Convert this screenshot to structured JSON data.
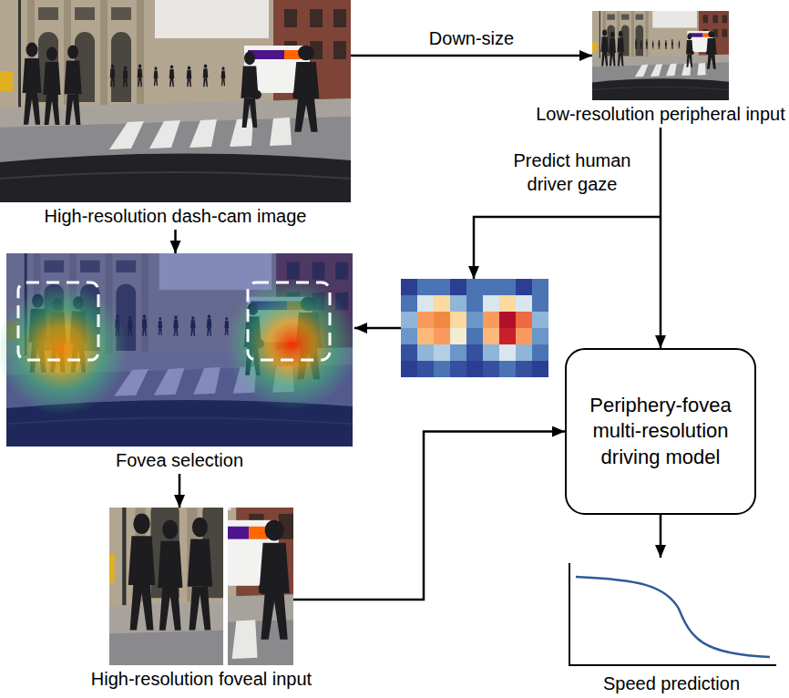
{
  "diagram": {
    "nodes": [
      {
        "text": [
          "High-resolution dash-cam image"
        ]
      },
      {
        "text": [
          "Low-resolution peripheral input"
        ]
      },
      {
        "text": [
          "Fovea selection"
        ]
      },
      {
        "text": [
          "Periphery-fovea multi-resolution driving model"
        ]
      },
      {
        "text": [
          "High-resolution foveal input"
        ]
      },
      {
        "text": [
          "Speed prediction"
        ]
      }
    ],
    "edges": [
      {
        "from": 0,
        "to": 1,
        "label": "Down-size",
        "arrow": "to"
      },
      {
        "from": 0,
        "to": 2,
        "arrow": "to"
      },
      {
        "from": 1,
        "to": 3,
        "arrow": "to"
      },
      {
        "from": 2,
        "to": 4,
        "arrow": "to"
      },
      {
        "from": 4,
        "to": 3,
        "arrow": "to"
      },
      {
        "from": 3,
        "to": 5,
        "arrow": "to"
      }
    ],
    "labels": [
      "Predict human driver gaze"
    ]
  }
}
